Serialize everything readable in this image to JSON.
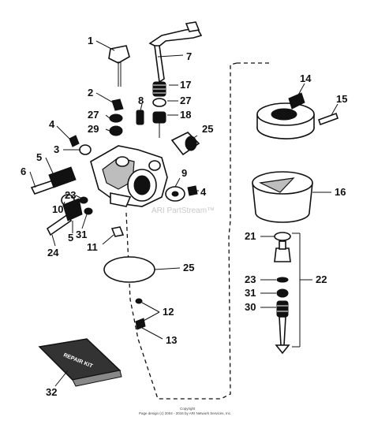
{
  "watermark": "ARI PartStream™",
  "footer": {
    "line1": "Copyright",
    "line2": "Page design (c) 2004 - 2016 by ARI Network Services, Inc."
  },
  "repair_kit_text": "REPAIR KIT",
  "callouts": [
    {
      "id": "1",
      "text": "1"
    },
    {
      "id": "2",
      "text": "2"
    },
    {
      "id": "3",
      "text": "3"
    },
    {
      "id": "4a",
      "text": "4"
    },
    {
      "id": "4b",
      "text": "4"
    },
    {
      "id": "5a",
      "text": "5"
    },
    {
      "id": "5b",
      "text": "5"
    },
    {
      "id": "6",
      "text": "6"
    },
    {
      "id": "7",
      "text": "7"
    },
    {
      "id": "8",
      "text": "8"
    },
    {
      "id": "9",
      "text": "9"
    },
    {
      "id": "10",
      "text": "10"
    },
    {
      "id": "11",
      "text": "11"
    },
    {
      "id": "12",
      "text": "12"
    },
    {
      "id": "13",
      "text": "13"
    },
    {
      "id": "14",
      "text": "14"
    },
    {
      "id": "15",
      "text": "15"
    },
    {
      "id": "16",
      "text": "16"
    },
    {
      "id": "17",
      "text": "17"
    },
    {
      "id": "18",
      "text": "18"
    },
    {
      "id": "21",
      "text": "21"
    },
    {
      "id": "22",
      "text": "22"
    },
    {
      "id": "23a",
      "text": "23"
    },
    {
      "id": "23b",
      "text": "23"
    },
    {
      "id": "24",
      "text": "24"
    },
    {
      "id": "25a",
      "text": "25"
    },
    {
      "id": "25b",
      "text": "25"
    },
    {
      "id": "27a",
      "text": "27"
    },
    {
      "id": "27b",
      "text": "27"
    },
    {
      "id": "29",
      "text": "29"
    },
    {
      "id": "30",
      "text": "30"
    },
    {
      "id": "31a",
      "text": "31"
    },
    {
      "id": "31b",
      "text": "31"
    },
    {
      "id": "32",
      "text": "32"
    }
  ]
}
